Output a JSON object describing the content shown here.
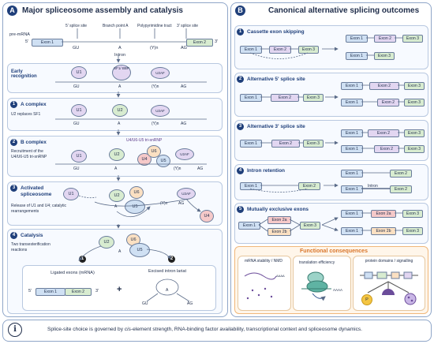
{
  "panel_a": {
    "letter": "A",
    "title": "Major spliceosome assembly and catalysis",
    "premrna_label": "pre-mRNA",
    "five_prime": "5'",
    "three_prime": "3'",
    "five_splice": "5' splice site",
    "branch": "Branch point A",
    "polypyr": "Polypyrimidine tract",
    "three_splice": "3' splice site",
    "exon1": "Exon 1",
    "exon2": "Exon 2",
    "gu": "GU",
    "a": "A",
    "yn": "(Y)n",
    "ag": "AG",
    "intron": "Intron",
    "early": "Early recognition",
    "u1": "U1",
    "u2": "U2",
    "sf1": "SF1/ BBP",
    "u2af": "U2AF",
    "complex_a_num": "1",
    "complex_a": "A complex",
    "complex_a_desc": "U2 replaces SF1",
    "complex_b_num": "2",
    "complex_b": "B complex",
    "complex_b_desc": "Recruitment of the U4/U6-U5 tri-snRNP",
    "tri_snrnp": "U4/U6-U5 tri-snRNP",
    "u4": "U4",
    "u5": "U5",
    "u6": "U6",
    "activated_num": "3",
    "activated": "Activated spliceosome",
    "activated_desc": "Release of U1 and U4; catalytic rearrangements",
    "catalysis_num": "4",
    "catalysis": "Catalysis",
    "catalysis_desc": "Two transesterification reactions",
    "step1": "1",
    "step2": "2",
    "ligated": "Ligated exons (mRNA)",
    "plus": "+",
    "lariat": "Excised intron lariat"
  },
  "panel_b": {
    "letter": "B",
    "title": "Canonical alternative splicing outcomes",
    "items": [
      {
        "num": "1",
        "title": "Cassette exon skipping"
      },
      {
        "num": "2",
        "title": "Alternative 5' splice site"
      },
      {
        "num": "3",
        "title": "Alternative 3' splice site"
      },
      {
        "num": "4",
        "title": "Intron retention"
      },
      {
        "num": "5",
        "title": "Mutually exclusive exons"
      }
    ],
    "exon1": "Exon 1",
    "exon2": "Exon 2",
    "exon3": "Exon 3",
    "exon2a": "Exon 2a",
    "exon2b": "Exon 2b",
    "intron": "Intron",
    "functional": "Functional consequences",
    "mrna_stab": "mRNA stability / NMD",
    "aaaa": "AAAA",
    "translation": "translation efficiency",
    "protein": "protein domains / signalling",
    "p": "P"
  },
  "footer": {
    "icon": "i",
    "text_before": "Splice-site choice is governed by ",
    "text_cis": "cis",
    "text_after": "-element strength, RNA-binding factor availability, transcriptional context and spliceosome dynamics."
  },
  "colors": {
    "exon": "#cfe0f3",
    "alt_exon": "#e2d6f1",
    "mutex_a": "#f6c9c9",
    "mutex_b": "#fbe0c2",
    "accent": "#1f3f7a",
    "functional_bg": "#fff6ea"
  }
}
